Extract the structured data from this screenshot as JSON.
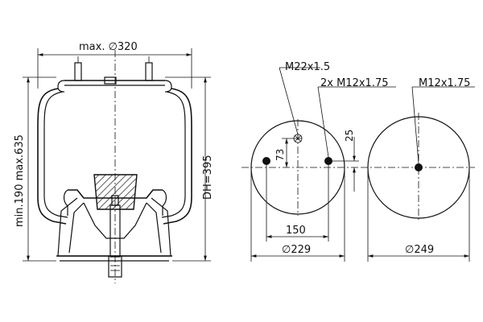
{
  "side_view": {
    "max_diameter": "max. ∅320",
    "height_range": "min.190 max.635",
    "design_height": "DH=395"
  },
  "top_plate": {
    "thread_label": "M22x1.5",
    "bolt_label": "2x M12x1.75",
    "dim_73": "73",
    "dim_25": "25",
    "dim_150": "150",
    "diameter": "∅229"
  },
  "bottom_plate": {
    "thread_label": "M12x1.75",
    "diameter": "∅249"
  }
}
